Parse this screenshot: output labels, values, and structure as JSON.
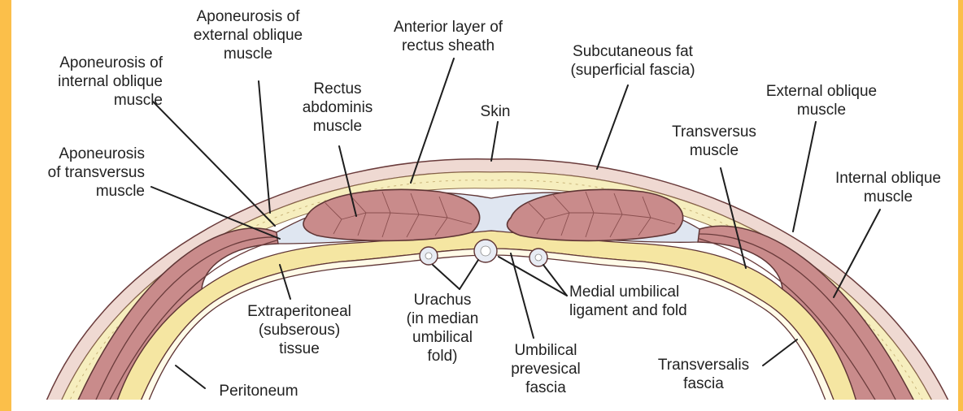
{
  "labels": {
    "apo_external_oblique": [
      "Aponeurosis of",
      "external oblique",
      "muscle"
    ],
    "apo_internal_oblique": [
      "Aponeurosis of",
      "internal oblique",
      "muscle"
    ],
    "apo_transversus": [
      "Aponeurosis",
      "of transversus",
      "muscle"
    ],
    "anterior_layer": [
      "Anterior layer of",
      "rectus sheath"
    ],
    "rectus_abdominis": [
      "Rectus",
      "abdominis",
      "muscle"
    ],
    "skin": [
      "Skin"
    ],
    "subcutaneous_fat": [
      "Subcutaneous fat",
      "(superficial fascia)"
    ],
    "external_oblique": [
      "External oblique",
      "muscle"
    ],
    "transversus": [
      "Transversus",
      "muscle"
    ],
    "internal_oblique": [
      "Internal oblique",
      "muscle"
    ],
    "extraperitoneal": [
      "Extraperitoneal",
      "(subserous)",
      "tissue"
    ],
    "peritoneum": [
      "Peritoneum"
    ],
    "urachus": [
      "Urachus",
      "(in median",
      "umbilical",
      "fold)"
    ],
    "umbilical_prevesical": [
      "Umbilical",
      "prevesical",
      "fascia"
    ],
    "medial_umbilical": [
      "Medial umbilical",
      "ligament and fold"
    ],
    "transversalis": [
      "Transversalis",
      "fascia"
    ]
  },
  "colors": {
    "frame": "#fbbf4a",
    "skin": "#efd9d2",
    "fat": "#f6eebe",
    "muscle": "#c07f7f",
    "aponeurosis": "#dfe6f1",
    "extraperitoneal": "#f5e6a2",
    "peritoneum": "#fffbe8",
    "outline": "#5f3535"
  }
}
